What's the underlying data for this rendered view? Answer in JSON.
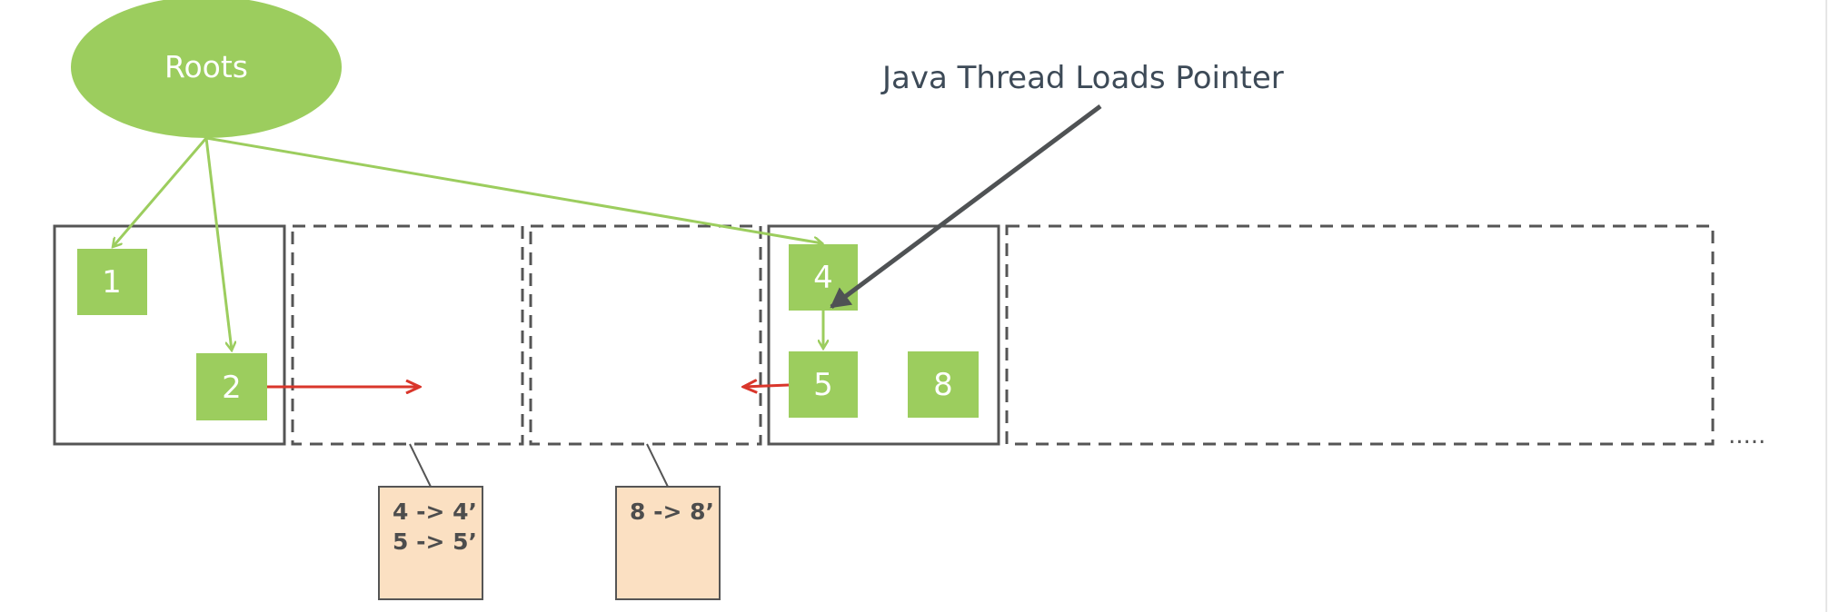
{
  "roots": {
    "label": "Roots"
  },
  "callout": {
    "label": "Java Thread Loads Pointer"
  },
  "objects": {
    "obj1": "1",
    "obj2": "2",
    "obj4": "4",
    "obj5": "5",
    "obj8": "8"
  },
  "forwarding_tables": {
    "table_a": {
      "line1": "4 -> 4’",
      "line2": "5 -> 5’"
    },
    "table_b": {
      "line1": "8 -> 8’"
    }
  },
  "trailing": {
    "ellipsis": "....."
  },
  "colors": {
    "object_fill": "#9ccd5e",
    "root_edge": "#9ccd5e",
    "relocation_arrow": "#d9362b",
    "load_arrow": "#4f5254",
    "region_border": "#555555",
    "note_fill": "#fbe0c2"
  }
}
